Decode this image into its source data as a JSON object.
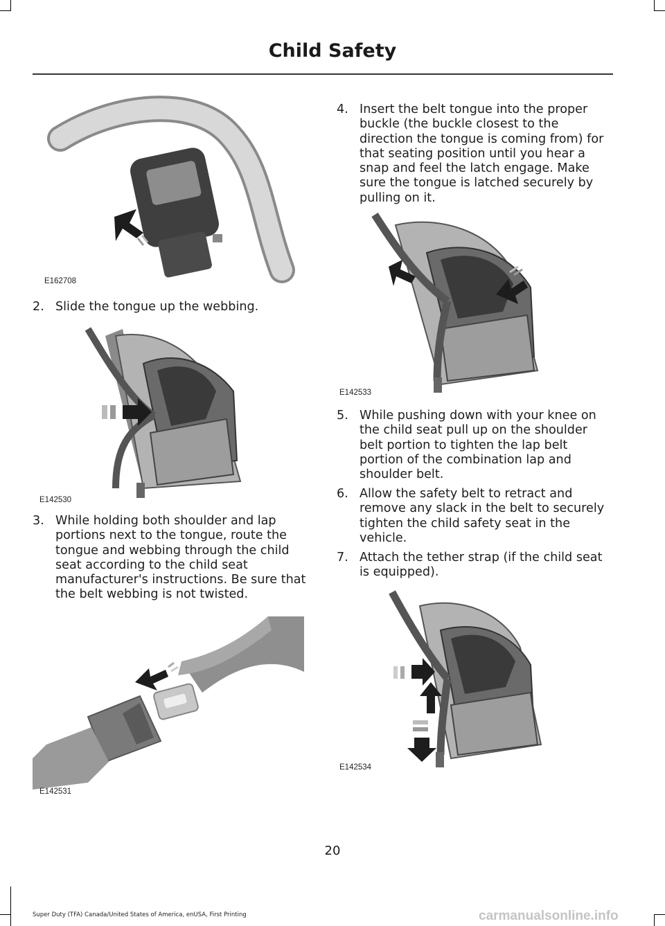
{
  "header": {
    "title": "Child Safety"
  },
  "figures": {
    "fig1": "E162708",
    "fig2": "E142530",
    "fig3": "E142531",
    "fig4": "E142533",
    "fig5": "E142534"
  },
  "steps": [
    {
      "num": "2.",
      "text": "Slide the tongue up the webbing."
    },
    {
      "num": "3.",
      "text": "While holding both shoulder and lap portions next to the tongue, route the tongue and webbing through the child seat according to the child seat manufacturer's instructions. Be sure that the belt webbing is not twisted."
    },
    {
      "num": "4.",
      "text": "Insert the belt tongue into the proper buckle (the buckle closest to the direction the tongue is coming from) for that seating position until you hear a snap and feel the latch engage. Make sure the tongue is latched securely by pulling on it."
    },
    {
      "num": "5.",
      "text": "While pushing down with your knee on the child seat pull up on the shoulder belt portion to tighten the lap belt portion of the combination lap and shoulder belt."
    },
    {
      "num": "6.",
      "text": "Allow the safety belt to retract and remove any slack in the belt to securely tighten the child safety seat in the vehicle."
    },
    {
      "num": "7.",
      "text": "Attach the tether strap (if the child seat is equipped)."
    }
  ],
  "page_number": "20",
  "footer": "Super Duty (TFA) Canada/United States of America, enUSA, First Printing",
  "watermark": "carmanualsonline.info"
}
